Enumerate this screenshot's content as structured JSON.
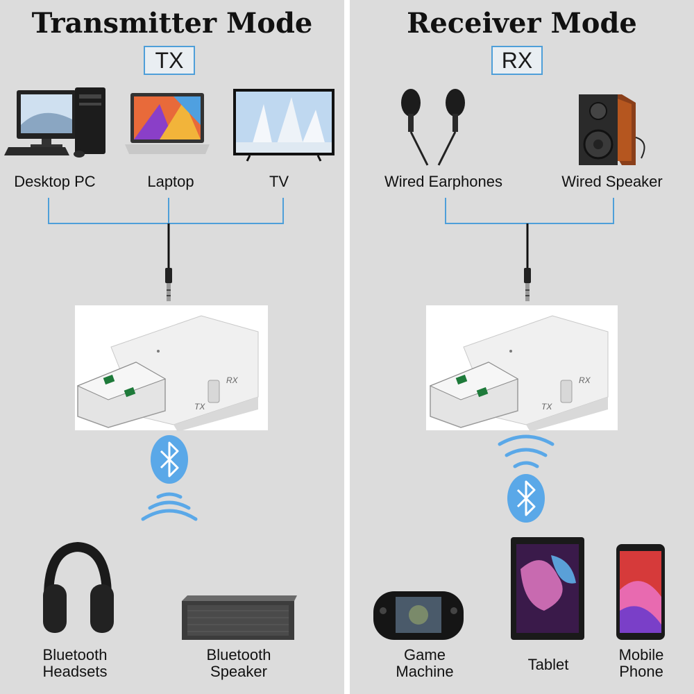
{
  "transmitter": {
    "title": "Transmitter Mode",
    "badge": "TX",
    "sources": [
      "Desktop PC",
      "Laptop",
      "TV"
    ],
    "targets": [
      {
        "line1": "Bluetooth",
        "line2": "Headsets"
      },
      {
        "line1": "Bluetooth",
        "line2": "Speaker"
      }
    ],
    "dongle_labels": {
      "tx": "TX",
      "rx": "RX"
    }
  },
  "receiver": {
    "title": "Receiver Mode",
    "badge": "RX",
    "outputs": [
      "Wired Earphones",
      "Wired Speaker"
    ],
    "sources": [
      {
        "line1": "Game",
        "line2": "Machine"
      },
      {
        "line1": "Tablet",
        "line2": ""
      },
      {
        "line1": "Mobile",
        "line2": "Phone"
      }
    ],
    "dongle_labels": {
      "tx": "TX",
      "rx": "RX"
    }
  },
  "colors": {
    "panel_bg": "#dcdcdc",
    "accent_blue": "#4e9fd9",
    "bluetooth_blue": "#5aa8e8"
  },
  "icons": [
    "desktop-pc-icon",
    "laptop-icon",
    "tv-icon",
    "earphones-icon",
    "speaker-icon",
    "usb-dongle-icon",
    "bluetooth-icon",
    "headphones-icon",
    "bluetooth-speaker-icon",
    "game-machine-icon",
    "tablet-icon",
    "mobile-phone-icon"
  ]
}
